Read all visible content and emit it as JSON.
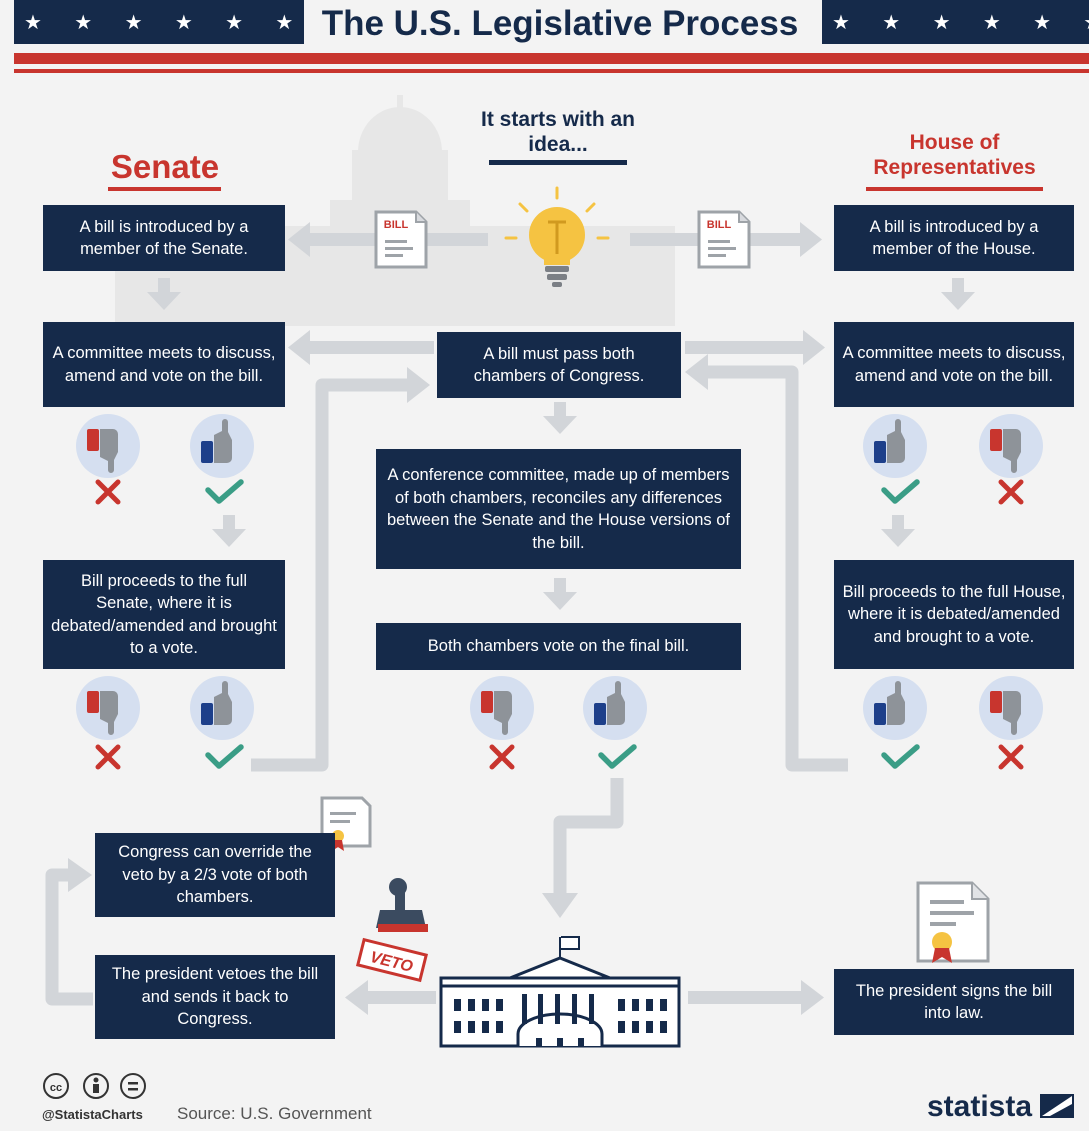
{
  "header": {
    "title": "The U.S. Legislative Process",
    "stars_left": "★ ★ ★ ★ ★ ★ ★",
    "stars_right": "★ ★ ★ ★ ★ ★ ★"
  },
  "start": {
    "label": "It starts with an idea..."
  },
  "senate": {
    "heading": "Senate",
    "introduced": "A bill is introduced by a member of the Senate.",
    "committee": "A committee meets to discuss, amend and vote on the bill.",
    "floor": "Bill proceeds to the full Senate, where it is debated/amended and brought to a vote."
  },
  "house": {
    "heading": "House of Representatives",
    "introduced": "A bill is introduced by a member of the House.",
    "committee": "A committee meets to discuss, amend and vote on the bill.",
    "floor": "Bill proceeds to the full House, where it is debated/amended and brought to a vote."
  },
  "center": {
    "pass_both": "A bill must pass both chambers of Congress.",
    "conference": "A conference committee, made up of members of both chambers, reconciles any differences between the Senate and the House versions of the bill.",
    "final_vote": "Both chambers vote on the final bill."
  },
  "president": {
    "override": "Congress can override the veto by a 2/3 vote of both chambers.",
    "veto": "The president vetoes the bill and sends it back to Congress.",
    "signs": "The president signs the bill into law.",
    "veto_stamp": "VETO"
  },
  "bill_label": "BILL",
  "icons": [
    "thumbs-down-icon",
    "thumbs-up-icon",
    "x-mark-icon",
    "check-mark-icon",
    "lightbulb-icon",
    "bill-document-icon",
    "capitol-icon",
    "white-house-icon",
    "stamp-icon",
    "certificate-icon"
  ],
  "footer": {
    "handle": "@StatistaCharts",
    "source": "Source: U.S. Government",
    "brand": "statista"
  },
  "colors": {
    "navy": "#152a4a",
    "red": "#c8352e",
    "green": "#3a9d86",
    "arrow": "#d2d5d9",
    "bg": "#f3f3f3"
  }
}
